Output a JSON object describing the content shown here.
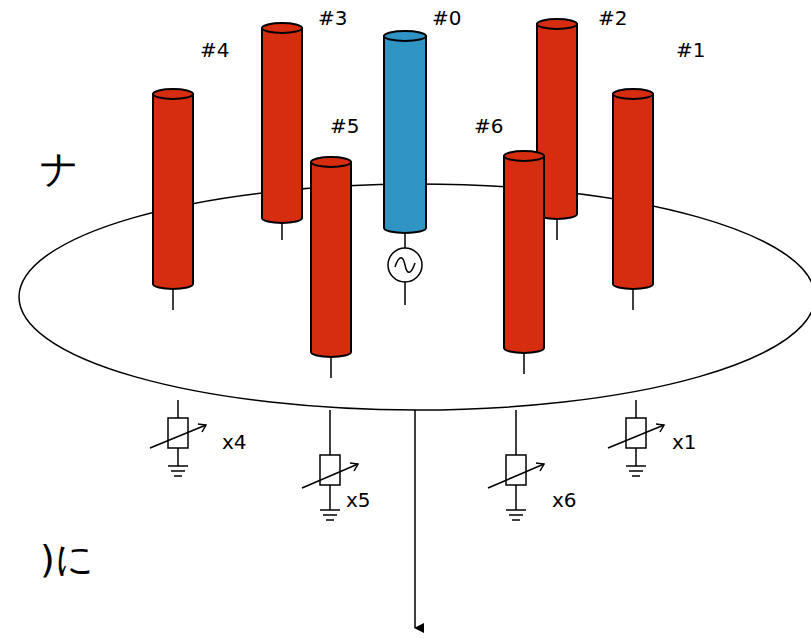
{
  "diagram": {
    "labels": [
      "ナ",
      "#4",
      "#3",
      "#0",
      "#2",
      "#1",
      "#5",
      "#6",
      "x4",
      "x5",
      "x6",
      "x1",
      ")に"
    ]
  }
}
